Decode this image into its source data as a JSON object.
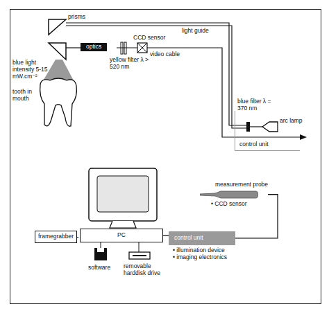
{
  "diagram": {
    "nodes": [
      {
        "text": [
          "optics"
        ]
      },
      {
        "text": [
          "control unit"
        ]
      },
      {
        "text": [
          "framegrabber"
        ]
      },
      {
        "text": [
          "PC"
        ]
      },
      {
        "text": [
          "control unit",
          "• illumination device",
          "• imaging electronics"
        ]
      },
      {
        "text": [
          "measurement probe",
          "• CCD sensor"
        ]
      }
    ],
    "edges": [
      {
        "from": 3,
        "to": 4,
        "arrow": "none"
      },
      {
        "from": 4,
        "to": 5,
        "arrow": "none"
      }
    ],
    "labels": [
      "prisms",
      "light guide",
      "blue light intensity 5-15 mW.cm⁻²",
      "tooth in mouth",
      "yellow filter λ > 520 nm",
      "CCD sensor",
      "video cable",
      "blue filter λ = 370 nm",
      "arc lamp",
      "+",
      "software",
      "removable harddisk drive"
    ]
  }
}
